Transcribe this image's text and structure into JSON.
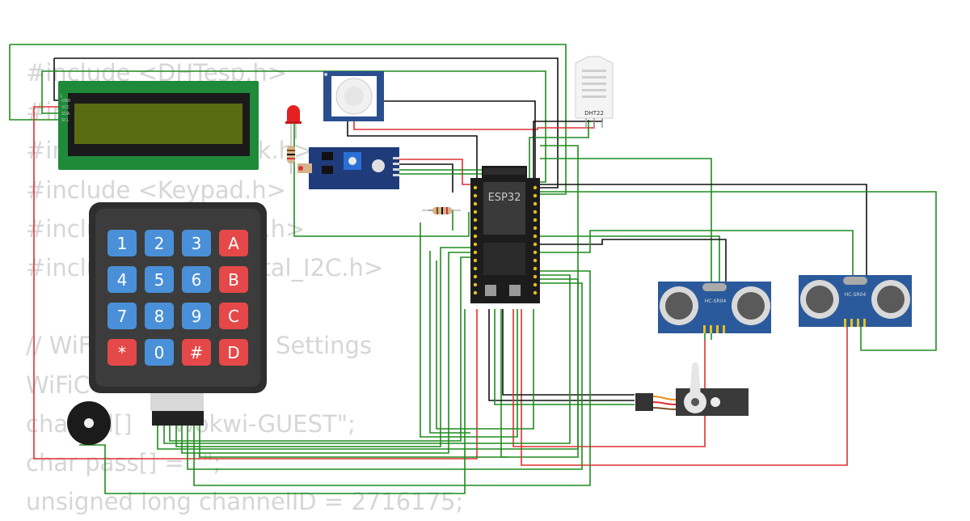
{
  "code_lines": [
    "#include <DHTesp.h>",
    "#include",
    "#inc                    eak.h>",
    "#include <Keypad.h>",
    "#inclu                  vo.h>",
    "#inclu                  ystal_I2C.h>",
    "",
    "// WiF                  eak Settings",
    "WiFiC",
    "char  id[]    \"Wokwi-GUEST\";",
    "char pass[] = \"\";",
    "unsigned long channelID = 2716175;"
  ],
  "keypad": {
    "keys": [
      "1",
      "2",
      "3",
      "A",
      "4",
      "5",
      "6",
      "B",
      "7",
      "8",
      "9",
      "C",
      "*",
      "0",
      "#",
      "D"
    ],
    "blue_color": "#4a90d9",
    "red_color": "#e54848"
  },
  "labels": {
    "esp32": "ESP32",
    "dht": "DHT22",
    "ultrasonic_left": "HC-SR04",
    "ultrasonic_right": "HC-SR04"
  },
  "colors": {
    "wire_green": "#1e8c1e",
    "wire_red": "#e03030",
    "wire_black": "#111111",
    "lcd_pcb": "#1f8a3a",
    "lcd_screen": "#5b6b12",
    "sensor_board": "#2a4f8f"
  }
}
